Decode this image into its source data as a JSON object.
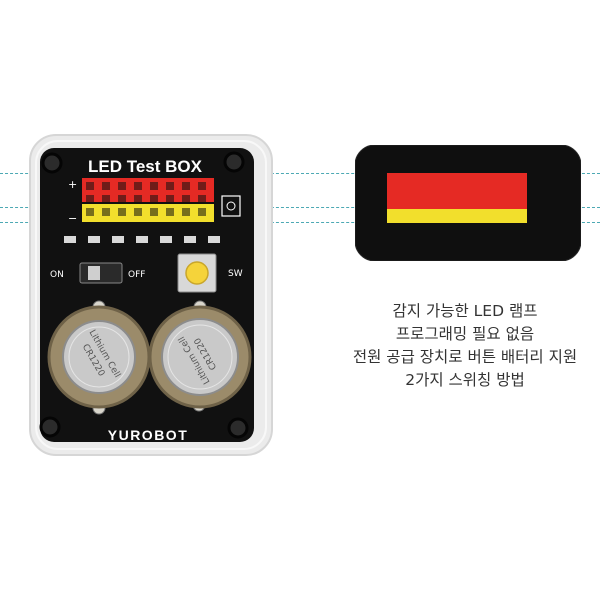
{
  "board": {
    "title": "LED Test BOX",
    "switch_on": "ON",
    "switch_off": "OFF",
    "button_label": "SW",
    "brand": "YUROBOT",
    "battery_left_text": "Lithium Cell",
    "battery_left_model": "CR1220",
    "battery_right_text": "Lithium Cell",
    "battery_right_model": "CR1220",
    "plus_sign": "+",
    "minus_sign": "−"
  },
  "caption": {
    "line1": "감지 가능한 LED 램프",
    "line2": "프로그래밍 필요 없음",
    "line3": "전원 공급 장치로 버튼 배터리 지원",
    "line4": "2가지 스위칭 방법"
  },
  "colors": {
    "pcb": "#111111",
    "case": "#eeeeee",
    "header_red": "#e52a24",
    "header_yellow": "#f2df2c",
    "button_yellow": "#f5d33a"
  }
}
